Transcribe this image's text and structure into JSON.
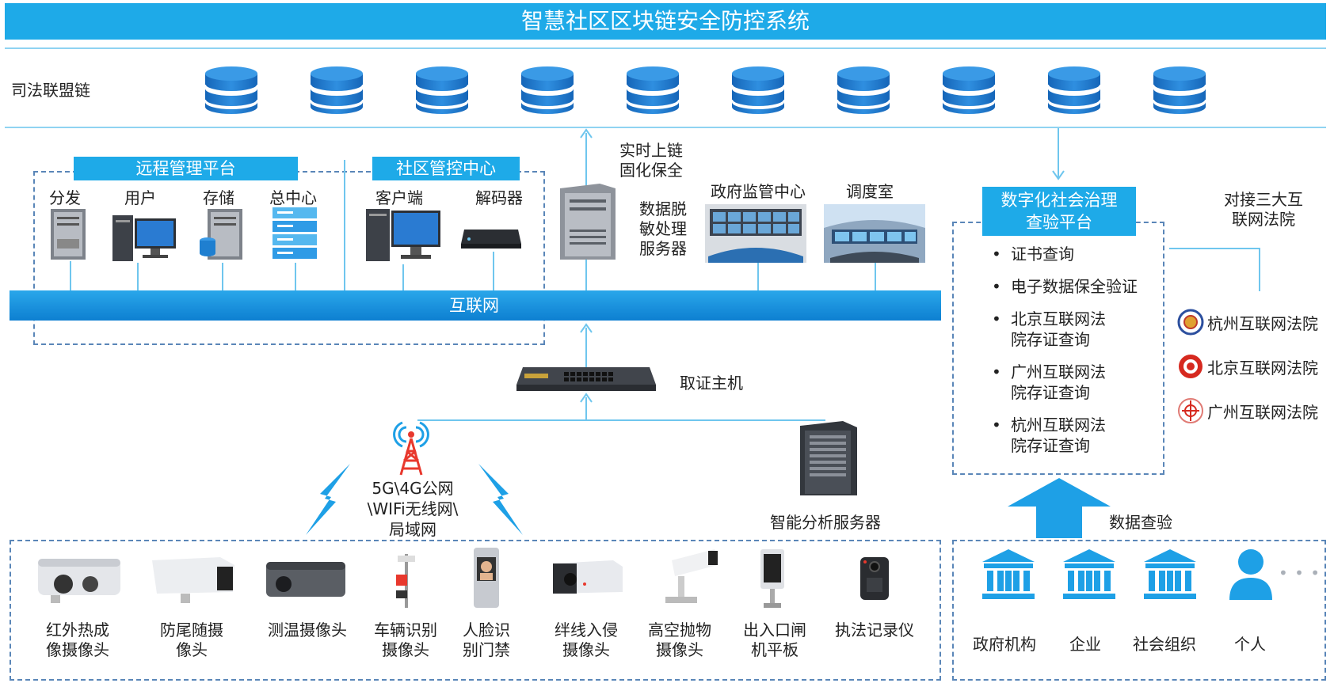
{
  "title": "智慧社区区块链安全防控系统",
  "blockchain": {
    "label": "司法联盟链",
    "node_count": 10
  },
  "remote_platform": {
    "title": "远程管理平台",
    "items": [
      "分发",
      "用户",
      "存储",
      "总中心"
    ]
  },
  "community_center": {
    "title": "社区管控中心",
    "items": [
      "客户端",
      "解码器"
    ]
  },
  "uplink": {
    "line1": "实时上链",
    "line2": "固化保全"
  },
  "desensitize_server": {
    "line1": "数据脱",
    "line2": "敏处理",
    "line3": "服务器"
  },
  "gov_center": "政府监管中心",
  "dispatch_room": "调度室",
  "internet": "互联网",
  "evidence_host": "取证主机",
  "network": {
    "line1": "5G\\4G公网",
    "line2": "\\WIFi无线网\\",
    "line3": "局域网"
  },
  "analysis_server": "智能分析服务器",
  "devices": [
    {
      "line1": "红外热成",
      "line2": "像摄像头"
    },
    {
      "line1": "防尾随摄",
      "line2": "像头"
    },
    {
      "line1": "测温摄像头",
      "line2": ""
    },
    {
      "line1": "车辆识别",
      "line2": "摄像头"
    },
    {
      "line1": "人脸识",
      "line2": "别门禁"
    },
    {
      "line1": "绊线入侵",
      "line2": "摄像头"
    },
    {
      "line1": "高空抛物",
      "line2": "摄像头"
    },
    {
      "line1": "出入口闸",
      "line2": "机平板"
    },
    {
      "line1": "执法记录仪",
      "line2": ""
    }
  ],
  "governance_platform": {
    "line1": "数字化社会治理",
    "line2": "查验平台",
    "bullet": "•",
    "items": [
      {
        "line1": "证书查询",
        "line2": ""
      },
      {
        "line1": "电子数据保全验证",
        "line2": ""
      },
      {
        "line1": "北京互联网法",
        "line2": "院存证查询"
      },
      {
        "line1": "广州互联网法",
        "line2": "院存证查询"
      },
      {
        "line1": "杭州互联网法",
        "line2": "院存证查询"
      }
    ]
  },
  "courts_header": {
    "line1": "对接三大互",
    "line2": "联网法院"
  },
  "courts": [
    "杭州互联网法院",
    "北京互联网法院",
    "广州互联网法院"
  ],
  "data_check": "数据查验",
  "users": [
    "政府机构",
    "企业",
    "社会组织",
    "个人"
  ],
  "more": "• • •",
  "colors": {
    "accent": "#1eaae8",
    "dash": "#5a86b8",
    "db": "#1f7fd0"
  }
}
